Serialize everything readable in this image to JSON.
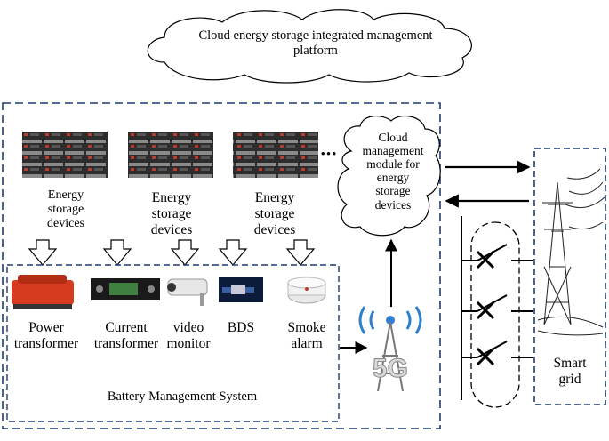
{
  "cloud": {
    "line1": "Cloud energy storage integrated management",
    "line2": "platform"
  },
  "storage_devices": [
    {
      "lines": [
        "Energy",
        "storage",
        "devices"
      ]
    },
    {
      "lines": [
        "Energy",
        "storage",
        "devices"
      ]
    },
    {
      "lines": [
        "Energy",
        "storage",
        "devices"
      ]
    }
  ],
  "ellipsis": "•••",
  "cloud_module": {
    "lines": [
      "Cloud",
      "management",
      "module for",
      "energy",
      "storage",
      "devices"
    ]
  },
  "bms": {
    "title": "Battery Management System",
    "components": [
      {
        "lines": [
          "Power",
          "transformer"
        ]
      },
      {
        "lines": [
          "Current",
          "transformer"
        ]
      },
      {
        "lines": [
          "video",
          "monitor"
        ]
      },
      {
        "lines": [
          "BDS"
        ]
      },
      {
        "lines": [
          "Smoke",
          "alarm"
        ]
      }
    ]
  },
  "network": {
    "label": "5G"
  },
  "grid": {
    "lines": [
      "Smart",
      "grid"
    ]
  },
  "colors": {
    "frame": "#1f3b6e",
    "box": "#222222",
    "ink": "#000000"
  }
}
